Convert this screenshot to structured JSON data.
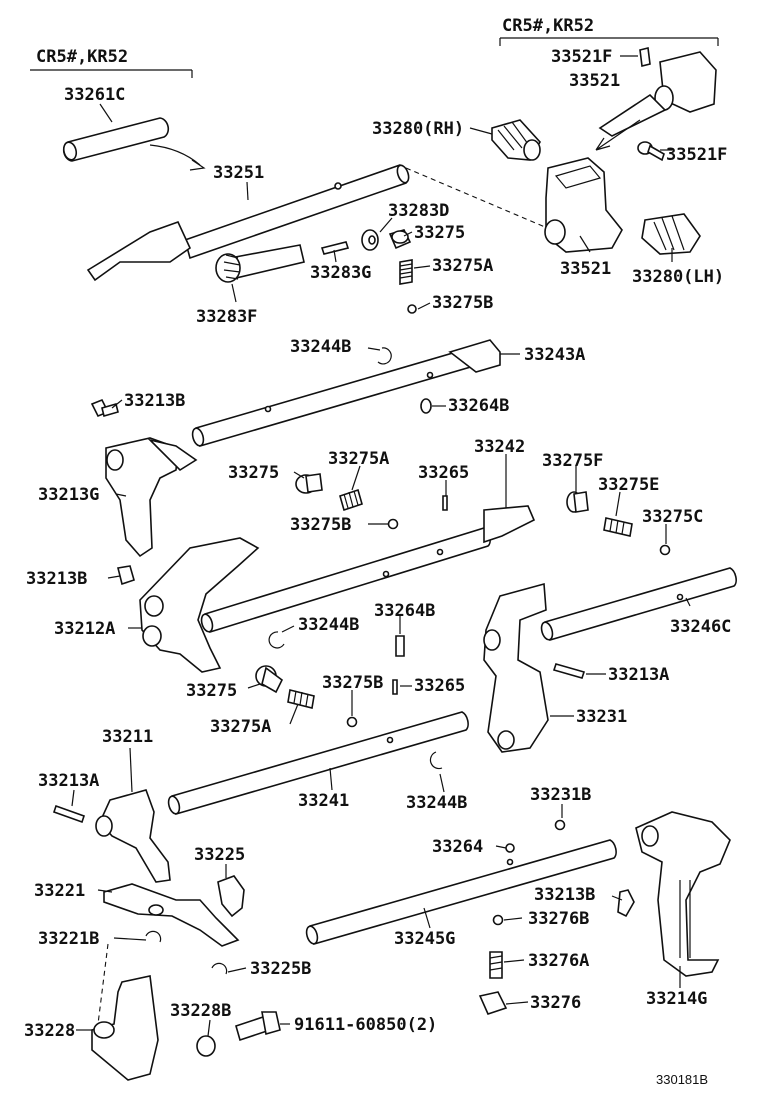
{
  "diagram": {
    "catalog_code": "330181B",
    "groups": [
      {
        "id": "g1",
        "text": "CR5#,KR52"
      },
      {
        "id": "g2",
        "text": "CR5#,KR52"
      }
    ],
    "labels": {
      "l33261C": "33261C",
      "l33251": "33251",
      "l33280RH": "33280(RH)",
      "l33521F_a": "33521F",
      "l33521_a": "33521",
      "l33521F_b": "33521F",
      "l33521_b": "33521",
      "l33280LH": "33280(LH)",
      "l33283D": "33283D",
      "l33275_a": "33275",
      "l33283G": "33283G",
      "l33275A_a": "33275A",
      "l33283F": "33283F",
      "l33275B_a": "33275B",
      "l33244B_a": "33244B",
      "l33243A": "33243A",
      "l33213B_a": "33213B",
      "l33264B_a": "33264B",
      "l33213G": "33213G",
      "l33275_b": "33275",
      "l33275A_b": "33275A",
      "l33265_a": "33265",
      "l33242": "33242",
      "l33275F": "33275F",
      "l33275E": "33275E",
      "l33275B_b": "33275B",
      "l33275C": "33275C",
      "l33213B_b": "33213B",
      "l33264B_b": "33264B",
      "l33246C": "33246C",
      "l33212A": "33212A",
      "l33244B_b": "33244B",
      "l33213A_a": "33213A",
      "l33275_c": "33275",
      "l33275B_c": "33275B",
      "l33265_b": "33265",
      "l33275A_c": "33275A",
      "l33231": "33231",
      "l33211": "33211",
      "l33213A_b": "33213A",
      "l33241": "33241",
      "l33244B_c": "33244B",
      "l33231B": "33231B",
      "l33264": "33264",
      "l33225": "33225",
      "l33221": "33221",
      "l33213B_c": "33213B",
      "l33276B": "33276B",
      "l33245G": "33245G",
      "l33221B": "33221B",
      "l33276A": "33276A",
      "l33225B": "33225B",
      "l33228B": "33228B",
      "l91611": "91611-60850(2)",
      "l33276": "33276",
      "l33214G": "33214G",
      "l33228": "33228"
    }
  }
}
